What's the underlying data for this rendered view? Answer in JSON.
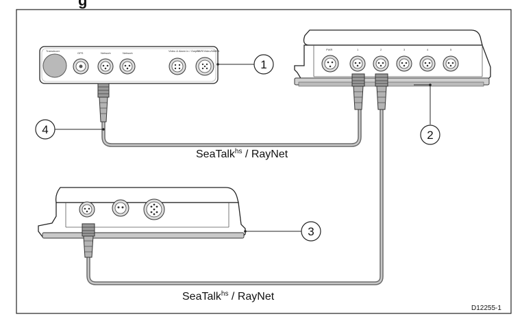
{
  "title_fragment": "g",
  "callouts": [
    "1",
    "2",
    "3",
    "4"
  ],
  "cable_labels": [
    {
      "main": "SeaTalk",
      "sup": "hs",
      "suffix": " / RayNet"
    },
    {
      "main": "SeaTalk",
      "sup": "hs",
      "suffix": " / RayNet"
    }
  ],
  "device1_port_labels": [
    "Transducer",
    "GPS",
    "Network",
    "Network",
    "Video & Alarm in / Output",
    "PWR/Video/NMEA"
  ],
  "switch_port_labels": [
    "PWR",
    "1",
    "2",
    "3",
    "4",
    "5"
  ],
  "part_code": "D12255-1"
}
